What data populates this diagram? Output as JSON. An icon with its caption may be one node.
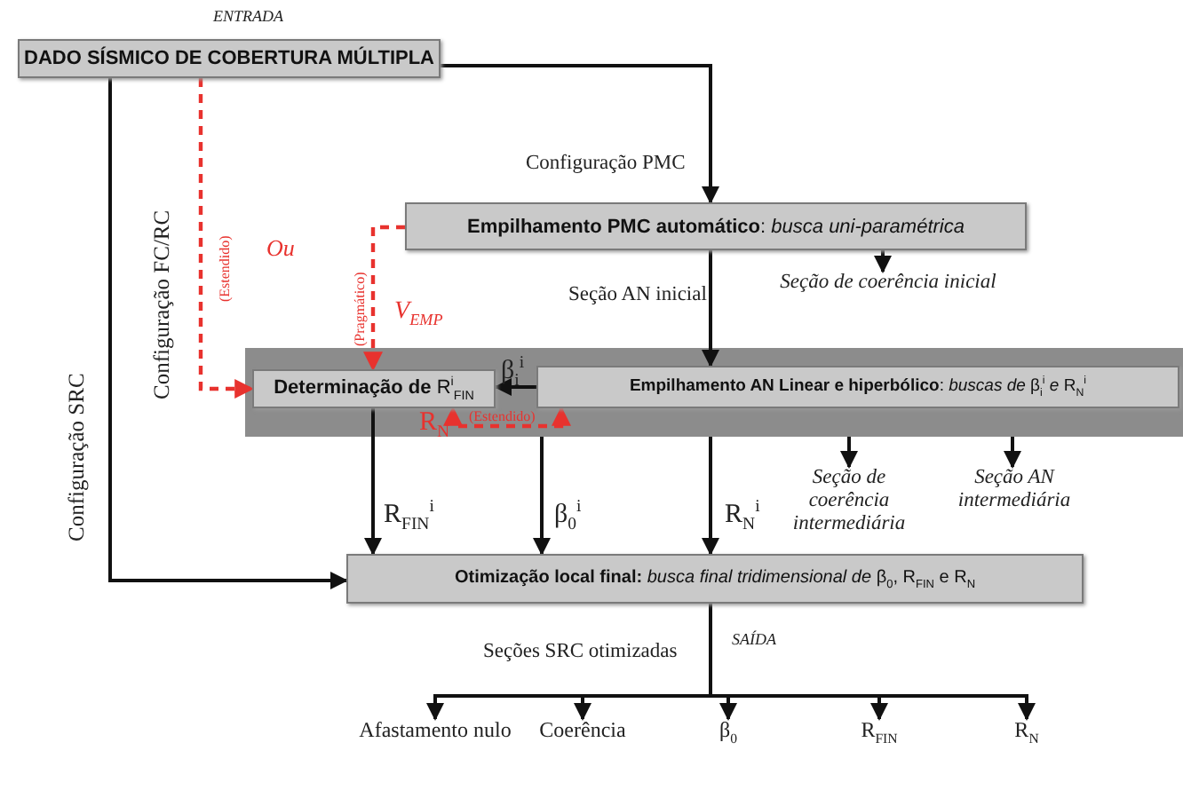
{
  "diagram": {
    "nodes": [
      {
        "text": [
          "DADO SÍSMICO DE COBERTURA MÚLTIPLA"
        ],
        "beside": [
          "ENTRADA"
        ]
      },
      {
        "text": [
          "**Empilhamento PMC automático**: *busca uni-paramétrica*"
        ]
      },
      {
        "text": [
          "Seção de coerência inicial"
        ]
      },
      {
        "text": [],
        "shape": "box"
      },
      {
        "text": [
          "**Determinação de** R$^{i}$$_{FIN}$"
        ],
        "in": 3
      },
      {
        "text": [
          "**Empilhamento AN Linear e hiperbólico**: *buscas de* β$_{i}$$^{i}$ *e* R$_{N}$$^{i}$"
        ],
        "in": 3
      },
      {
        "text": [
          "Seção de coerência intermediária"
        ]
      },
      {
        "text": [
          "Seção AN intermediária"
        ]
      },
      {
        "text": [
          "**Otimização local final:** *busca final tridimensional de* β$_{0}$, R$_{FIN}$ e R$_{N}$"
        ],
        "beside": [
          "SAÍDA"
        ]
      },
      {
        "text": [
          "Afastamento nulo"
        ]
      },
      {
        "text": [
          "Coerência"
        ]
      },
      {
        "text": [
          "β$_{0}$"
        ]
      },
      {
        "text": [
          "R$_{FIN}$"
        ]
      },
      {
        "text": [
          "R$_{N}$"
        ]
      }
    ],
    "edges": [
      {
        "from": 0,
        "to": 1,
        "arrow": "to",
        "label": "Configuração PMC"
      },
      {
        "from": 1,
        "to": 5,
        "arrow": "to",
        "label": "Seção AN inicial"
      },
      {
        "from": 1,
        "to": 2,
        "arrow": "to"
      },
      {
        "from": 0,
        "to": 4,
        "arrow": "to",
        "label": "Configuração FC/RC",
        "style": "dashed",
        "color": "#e8322e"
      },
      {
        "from": 1,
        "to": 4,
        "arrow": "to",
        "label": "V$_{EMP}$",
        "style": "dashed",
        "color": "#e8322e"
      },
      {
        "from": 5,
        "to": 4,
        "arrow": "to",
        "label": "β$_{i}$$^{i}$"
      },
      {
        "from": 5,
        "to": 4,
        "arrow": "both",
        "label": "R$_{N}$",
        "style": "dashed",
        "color": "#e8322e"
      },
      {
        "from": 4,
        "to": 8,
        "arrow": "to",
        "label": "R$_{FIN}$$^{i}$"
      },
      {
        "from": 3,
        "to": 8,
        "arrow": "to",
        "label": "β$_{0}$$^{i}$"
      },
      {
        "from": 3,
        "to": 8,
        "arrow": "to",
        "label": "R$_{N}$$^{i}$"
      },
      {
        "from": 3,
        "to": 6,
        "arrow": "to"
      },
      {
        "from": 3,
        "to": 7,
        "arrow": "to"
      },
      {
        "from": 0,
        "to": 8,
        "arrow": "to",
        "label": "Configuração SRC"
      },
      {
        "from": 8,
        "to": 9,
        "arrow": "to"
      },
      {
        "from": 8,
        "to": 10,
        "arrow": "to"
      },
      {
        "from": 8,
        "to": 11,
        "arrow": "to"
      },
      {
        "from": 8,
        "to": 12,
        "arrow": "to"
      },
      {
        "from": 8,
        "to": 13,
        "arrow": "to"
      }
    ],
    "labels": [
      "(Estendido)",
      "Ou",
      "(Pragmático)",
      "(Estendido)",
      "Seções SRC otimizadas"
    ]
  }
}
